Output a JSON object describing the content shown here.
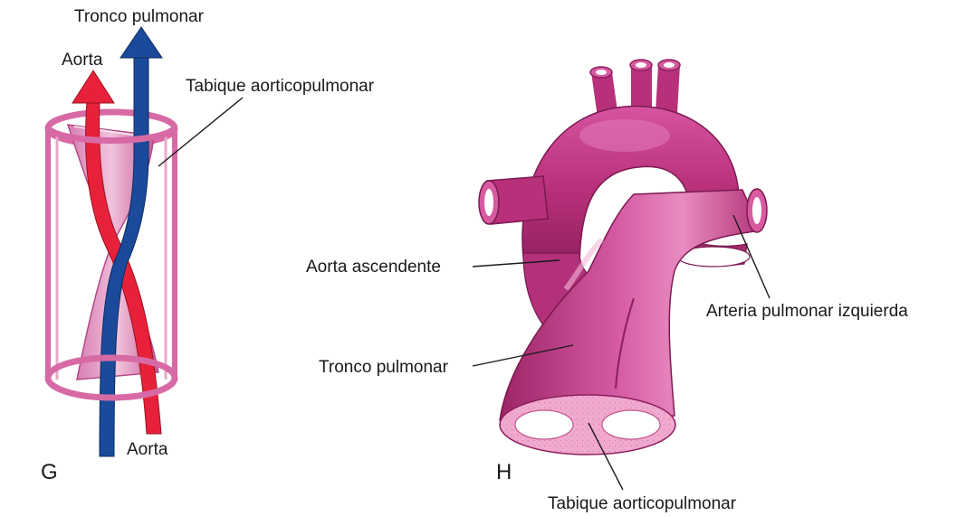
{
  "panel_g": {
    "letter": "G",
    "labels": {
      "tronco_pulmonar_top": "Tronco pulmonar",
      "aorta_top": "Aorta",
      "tabique": "Tabique aorticopulmonar",
      "aorta_bottom": "Aorta"
    }
  },
  "panel_h": {
    "letter": "H",
    "labels": {
      "aorta_ascendente": "Aorta ascendente",
      "tronco_pulmonar": "Tronco pulmonar",
      "arteria_pulmonar_izquierda": "Arteria pulmonar izquierda",
      "tabique": "Tabique aorticopulmonar"
    }
  },
  "colors": {
    "aorta_red": "#e8213a",
    "pulmonary_blue": "#1b4a9a",
    "vessel_magenta": "#c0357f",
    "vessel_light": "#e58dbd",
    "septum_pink": "#e9a0c6",
    "cylinder_outline": "#d76aa4"
  }
}
